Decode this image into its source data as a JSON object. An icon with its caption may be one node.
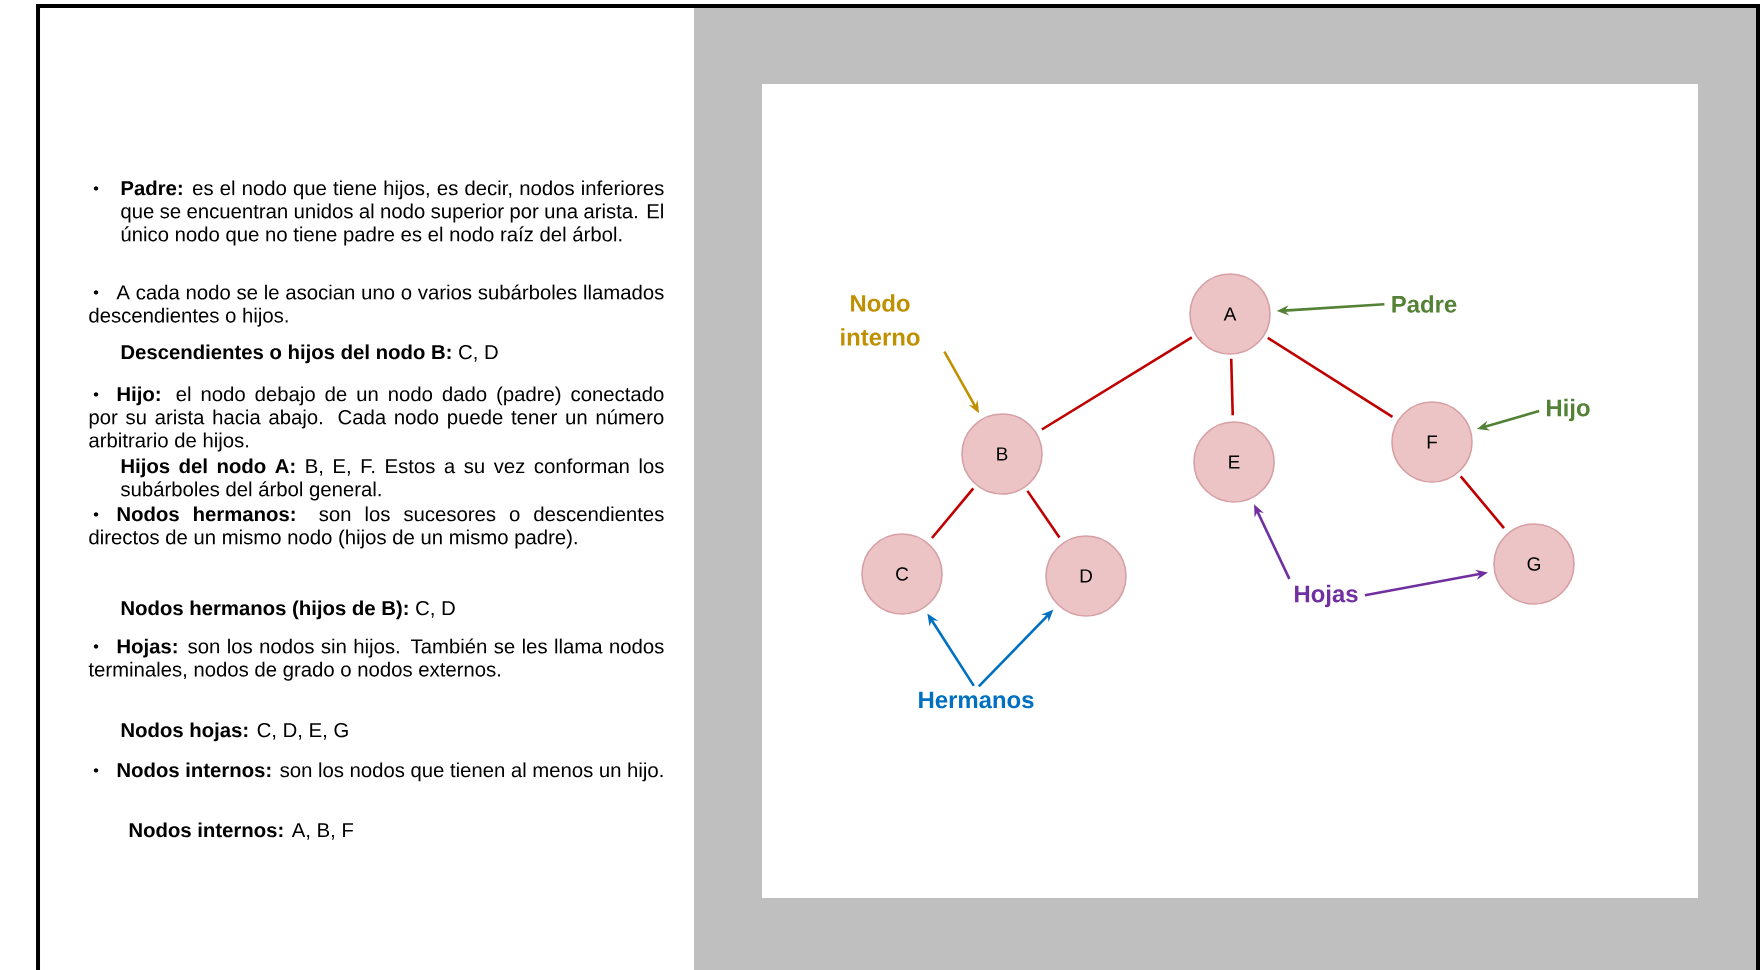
{
  "diagram": {
    "nodes": [
      {
        "text": [
          "A"
        ]
      },
      {
        "text": [
          "B"
        ]
      },
      {
        "text": [
          "C"
        ]
      },
      {
        "text": [
          "D"
        ]
      },
      {
        "text": [
          "E"
        ]
      },
      {
        "text": [
          "F"
        ]
      },
      {
        "text": [
          "G"
        ]
      },
      {
        "text": [
          "Nodo interno"
        ]
      },
      {
        "text": [
          "Padre"
        ]
      },
      {
        "text": [
          "Hijo"
        ]
      },
      {
        "text": [
          "Hojas"
        ]
      },
      {
        "text": [
          "Hermanos"
        ]
      }
    ],
    "edges": [
      {
        "from": 0,
        "to": 1,
        "arrow": "none",
        "color": "#c00000"
      },
      {
        "from": 0,
        "to": 4,
        "arrow": "none",
        "color": "#c00000"
      },
      {
        "from": 0,
        "to": 5,
        "arrow": "none",
        "color": "#c00000"
      },
      {
        "from": 1,
        "to": 2,
        "arrow": "none",
        "color": "#c00000"
      },
      {
        "from": 1,
        "to": 3,
        "arrow": "none",
        "color": "#c00000"
      },
      {
        "from": 5,
        "to": 6,
        "arrow": "none",
        "color": "#c00000"
      },
      {
        "from": 7,
        "to": 1,
        "arrow": "to",
        "color": "#bf9000"
      },
      {
        "from": 8,
        "to": 0,
        "arrow": "to",
        "color": "#538135"
      },
      {
        "from": 9,
        "to": 5,
        "arrow": "to",
        "color": "#538135"
      },
      {
        "from": 10,
        "to": 4,
        "arrow": "to",
        "color": "#7030a0"
      },
      {
        "from": 10,
        "to": 6,
        "arrow": "to",
        "color": "#7030a0"
      },
      {
        "from": 11,
        "to": 2,
        "arrow": "to",
        "color": "#0070c0"
      },
      {
        "from": 11,
        "to": 3,
        "arrow": "to",
        "color": "#0070c0"
      }
    ],
    "labels": [
      "**Padre:** es el nodo que tiene hijos, es decir, nodos inferiores que se encuentran unidos al nodo superior por una arista. El único nodo que no tiene padre es el nodo raíz del árbol.",
      "A cada nodo se le asocian uno o varios subárboles llamados descendientes o hijos.",
      "**Descendientes o hijos del nodo B:** C, D",
      "**Hijo:** el nodo debajo de un nodo dado (padre) conectado por su arista hacia abajo. Cada nodo puede tener un número arbitrario de hijos.",
      "**Hijos del nodo A:** B, E, F.  Estos a su vez conforman los subárboles del árbol general.",
      "**Nodos hermanos:** son los sucesores o descendientes directos de un mismo nodo (hijos de un mismo padre).",
      "**Nodos hermanos (hijos de B):** C, D",
      "**Hojas:** son los nodos sin hijos. También se les llama nodos terminales, nodos de grado o nodos externos.",
      "**Nodos hojas:** C, D, E, G",
      "**Nodos internos:** son los nodos que tienen al menos un hijo.",
      "**Nodos internos:** A, B, F"
    ]
  }
}
